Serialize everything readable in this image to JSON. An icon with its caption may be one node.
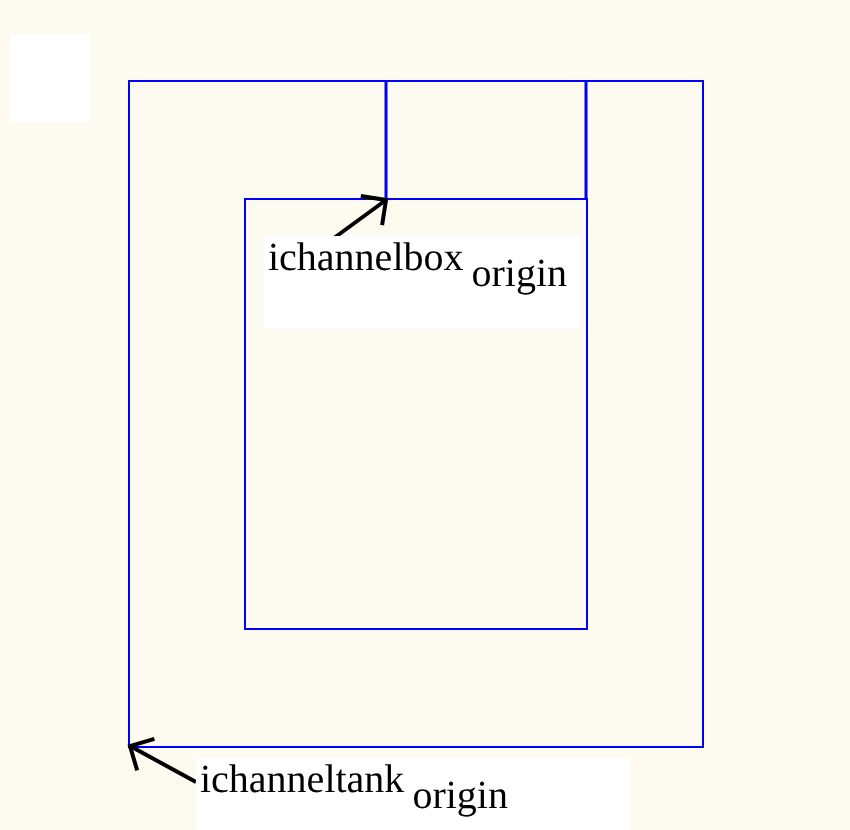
{
  "diagram": {
    "nodes": [
      {
        "text": [],
        "shape": "box"
      },
      {
        "text": [],
        "shape": "box",
        "in": 0
      },
      {
        "text": [
          "ichannelbox$_{origin}$"
        ],
        "in": 1
      },
      {
        "text": [
          "ichanneltank$_{origin}$"
        ]
      }
    ],
    "edges": [
      {
        "from": 2,
        "to": 1,
        "arrow": "to"
      },
      {
        "from": 3,
        "to": 0,
        "arrow": "to"
      }
    ]
  }
}
